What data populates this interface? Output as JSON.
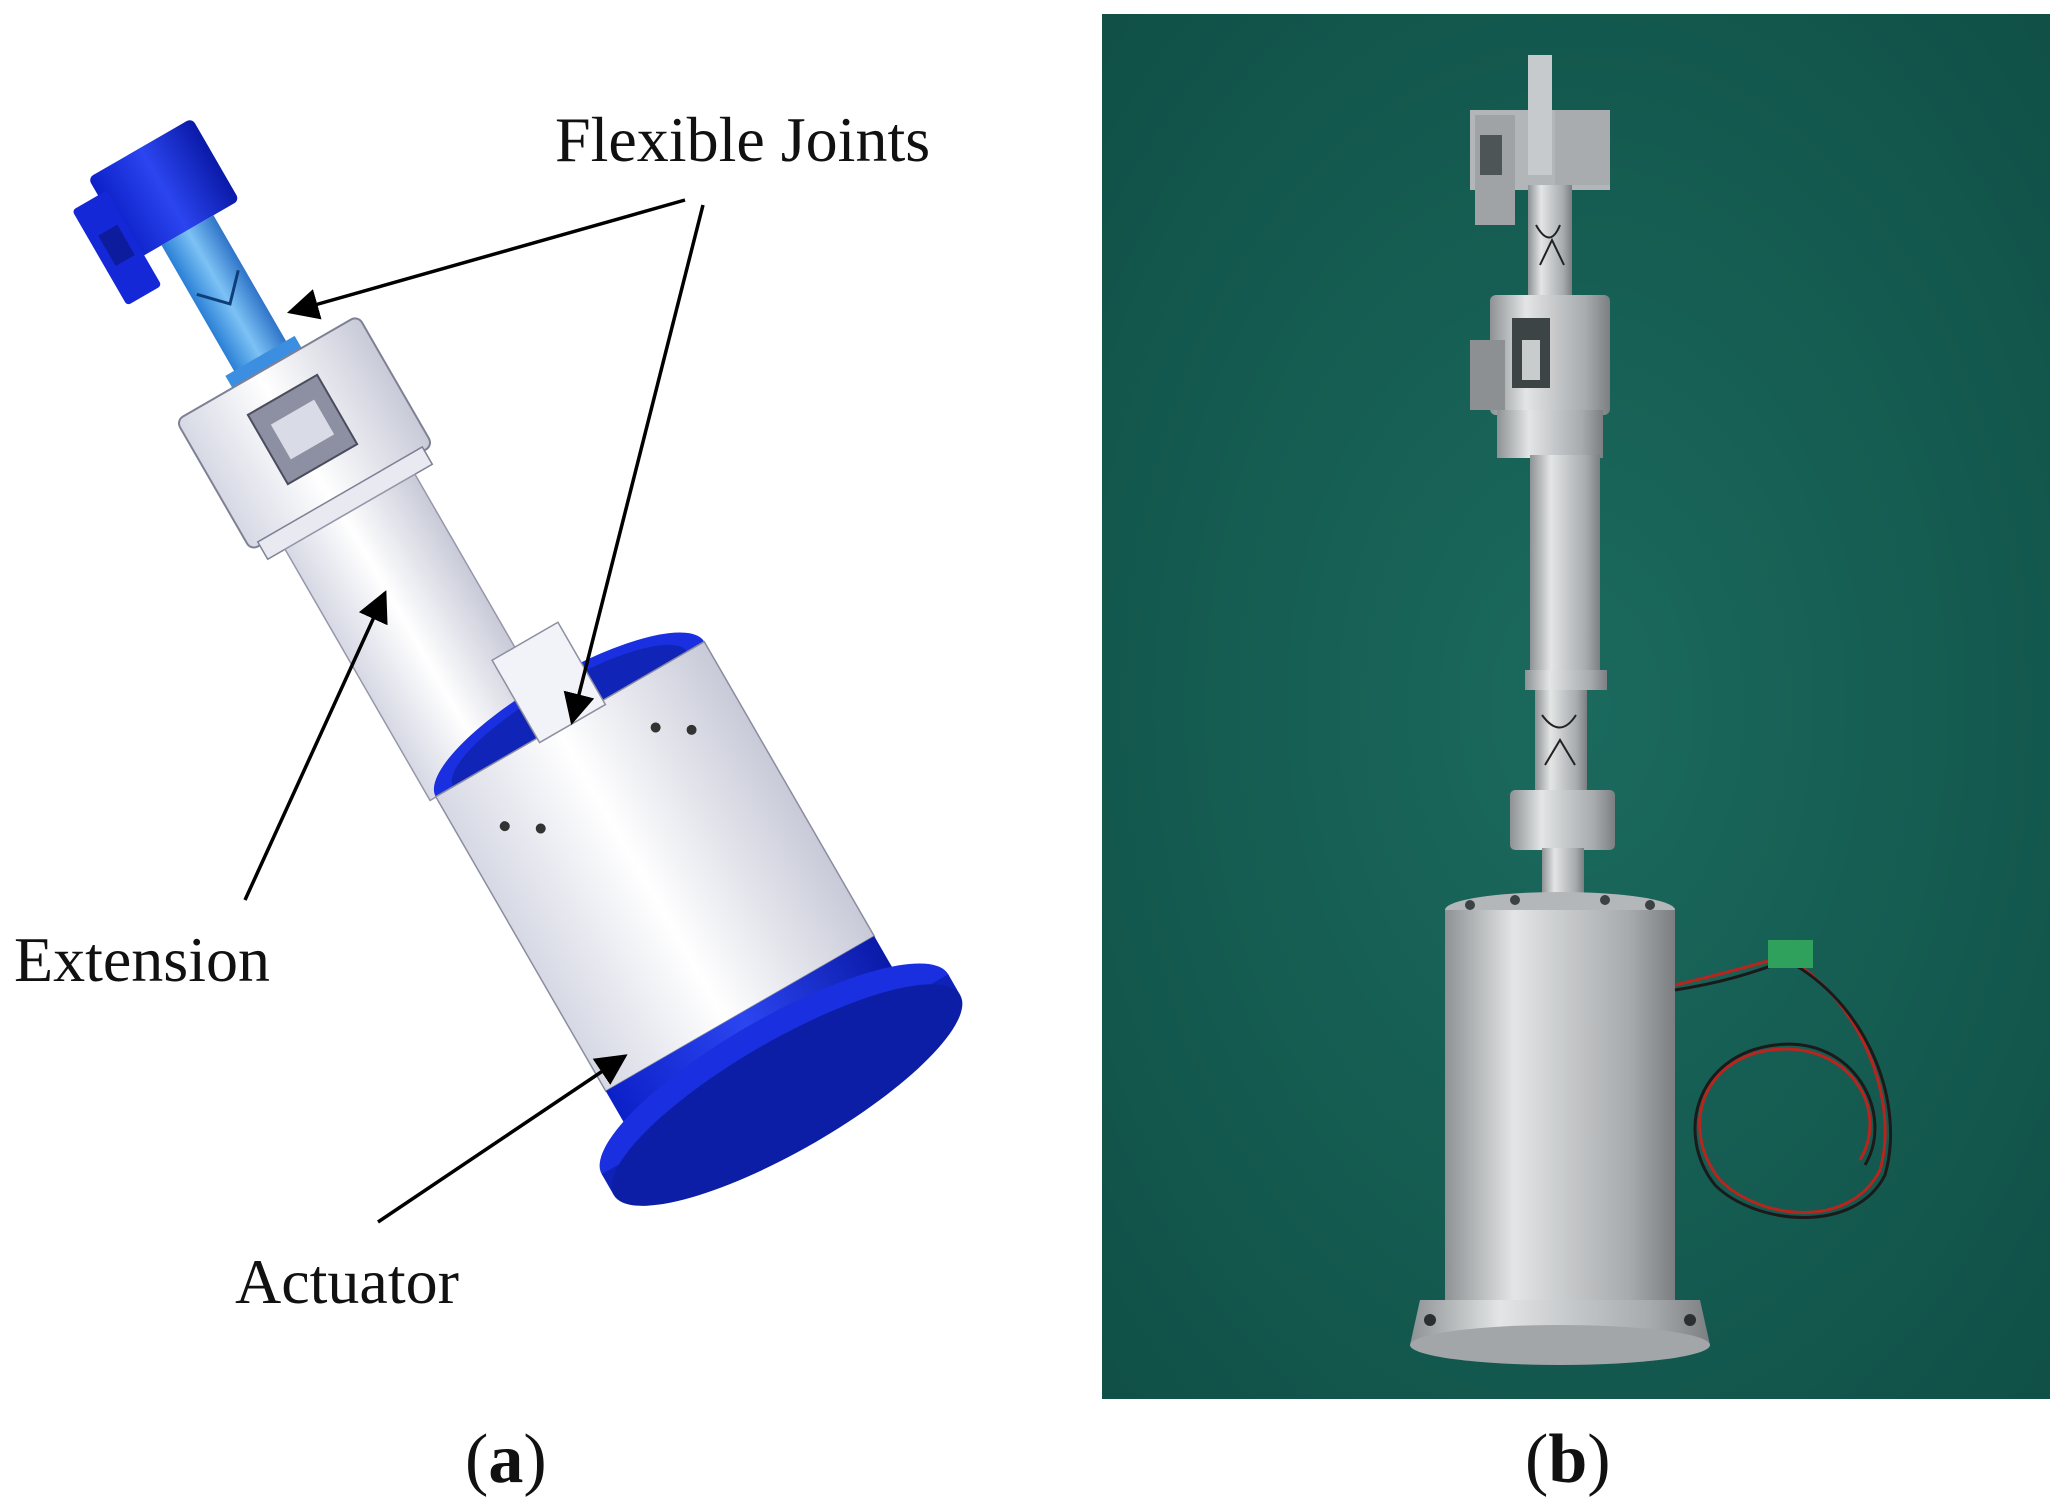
{
  "panel_a": {
    "labels": {
      "flexible_joints": "Flexible Joints",
      "extension": "Extension",
      "actuator": "Actuator"
    },
    "caption_letter": "a"
  },
  "panel_b": {
    "caption_letter": "b"
  },
  "colors": {
    "cad_blue": "#1a2fe0",
    "cad_light_blue": "#4a9de8",
    "cad_white": "#f2f3f8",
    "green_mat": "#13594f",
    "aluminum": "#c9cbcd",
    "wire_red": "#b8251f"
  },
  "icons": {
    "arrow": "arrow-icon"
  }
}
